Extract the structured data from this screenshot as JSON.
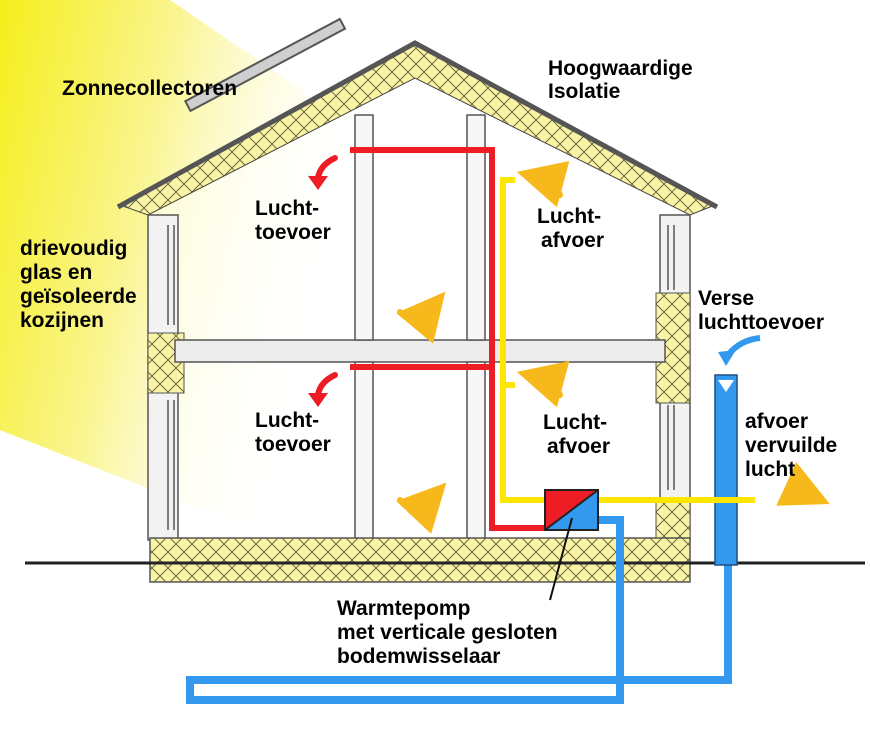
{
  "labels": {
    "solar": "Zonnecollectoren",
    "insulation_1": "Hoogwaardige",
    "insulation_2": "Isolatie",
    "glass_1": "drievoudig",
    "glass_2": "glas en",
    "glass_3": "geïsoleerde",
    "glass_4": "kozijnen",
    "supply_up_1": "Lucht-",
    "supply_up_2": "toevoer",
    "exhaust_up_1": "Lucht-",
    "exhaust_up_2": "afvoer",
    "supply_down_1": "Lucht-",
    "supply_down_2": "toevoer",
    "exhaust_down_1": "Lucht-",
    "exhaust_down_2": "afvoer",
    "fresh_1": "Verse",
    "fresh_2": "luchttoevoer",
    "stale_1": "afvoer",
    "stale_2": "vervuilde",
    "stale_3": "lucht",
    "hp_1": "Warmtepomp",
    "hp_2": "met verticale gesloten",
    "hp_3": "bodemwisselaar"
  },
  "colors": {
    "sun": "#f5ee1a",
    "insulation": "#f9f3a6",
    "supply_duct": "#ee1c24",
    "exhaust_duct": "#ffe600",
    "ground_loop": "#3399ee",
    "arrow_orange": "#f7b81c",
    "roof": "#555555",
    "wall": "#e9e9e9"
  }
}
